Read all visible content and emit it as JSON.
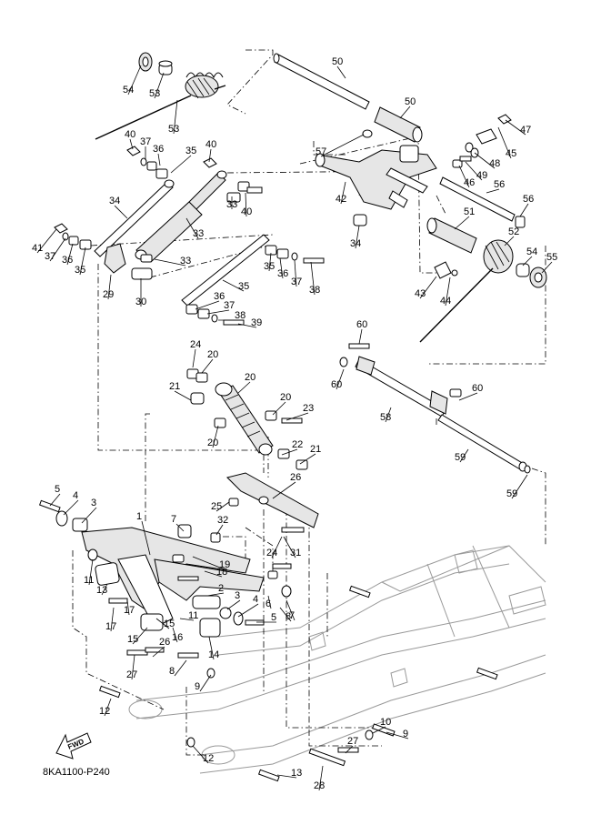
{
  "diagram": {
    "code": "8KA1100-P240",
    "fwd_label": "FWD",
    "callouts": [
      "1",
      "2",
      "3",
      "3",
      "4",
      "4",
      "5",
      "5",
      "6",
      "7",
      "7",
      "8",
      "8",
      "9",
      "9",
      "10",
      "11",
      "11",
      "12",
      "12",
      "13",
      "13",
      "14",
      "15",
      "15",
      "16",
      "17",
      "17",
      "18",
      "19",
      "20",
      "20",
      "20",
      "20",
      "21",
      "21",
      "22",
      "23",
      "24",
      "24",
      "25",
      "26",
      "26",
      "27",
      "27",
      "28",
      "29",
      "30",
      "31",
      "32",
      "33",
      "33",
      "33",
      "34",
      "34",
      "35",
      "35",
      "35",
      "35",
      "36",
      "36",
      "36",
      "36",
      "37",
      "37",
      "37",
      "37",
      "38",
      "38",
      "39",
      "40",
      "40",
      "40",
      "41",
      "42",
      "43",
      "44",
      "45",
      "46",
      "47",
      "48",
      "49",
      "50",
      "50",
      "51",
      "52",
      "53",
      "53",
      "54",
      "54",
      "55",
      "56",
      "56",
      "57",
      "58",
      "59",
      "59",
      "60",
      "60",
      "60"
    ]
  }
}
